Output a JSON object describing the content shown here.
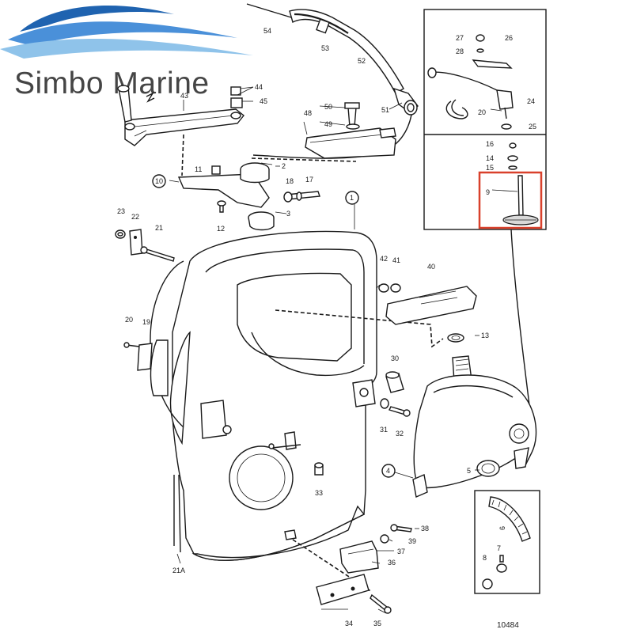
{
  "brand": {
    "name": "Simbo Marine",
    "wave_colors": [
      "#1f63b0",
      "#4a90d9",
      "#8fc3ea"
    ]
  },
  "drawing_number": "10484",
  "part_numbers": {
    "p1": "1",
    "p2": "2",
    "p3": "3",
    "p4": "4",
    "p5": "5",
    "p6": "6",
    "p7": "7",
    "p8": "8",
    "p9": "9",
    "p10": "10",
    "p11": "11",
    "p12": "12",
    "p13": "13",
    "p14": "14",
    "p15": "15",
    "p16": "16",
    "p17": "17",
    "p18": "18",
    "p19": "19",
    "p20": "20",
    "p20b": "20",
    "p21": "21",
    "p21a": "21A",
    "p22": "22",
    "p23": "23",
    "p24": "24",
    "p25": "25",
    "p26": "26",
    "p27": "27",
    "p28": "28",
    "p30": "30",
    "p31": "31",
    "p32": "32",
    "p33": "33",
    "p34": "34",
    "p35": "35",
    "p36": "36",
    "p37": "37",
    "p38": "38",
    "p39": "39",
    "p40": "40",
    "p41": "41",
    "p42": "42",
    "p43": "43",
    "p44": "44",
    "p45": "45",
    "p48": "48",
    "p49": "49",
    "p50": "50",
    "p51": "51",
    "p52": "52",
    "p53": "53",
    "p54": "54"
  },
  "highlight": {
    "color": "#d9412c"
  }
}
